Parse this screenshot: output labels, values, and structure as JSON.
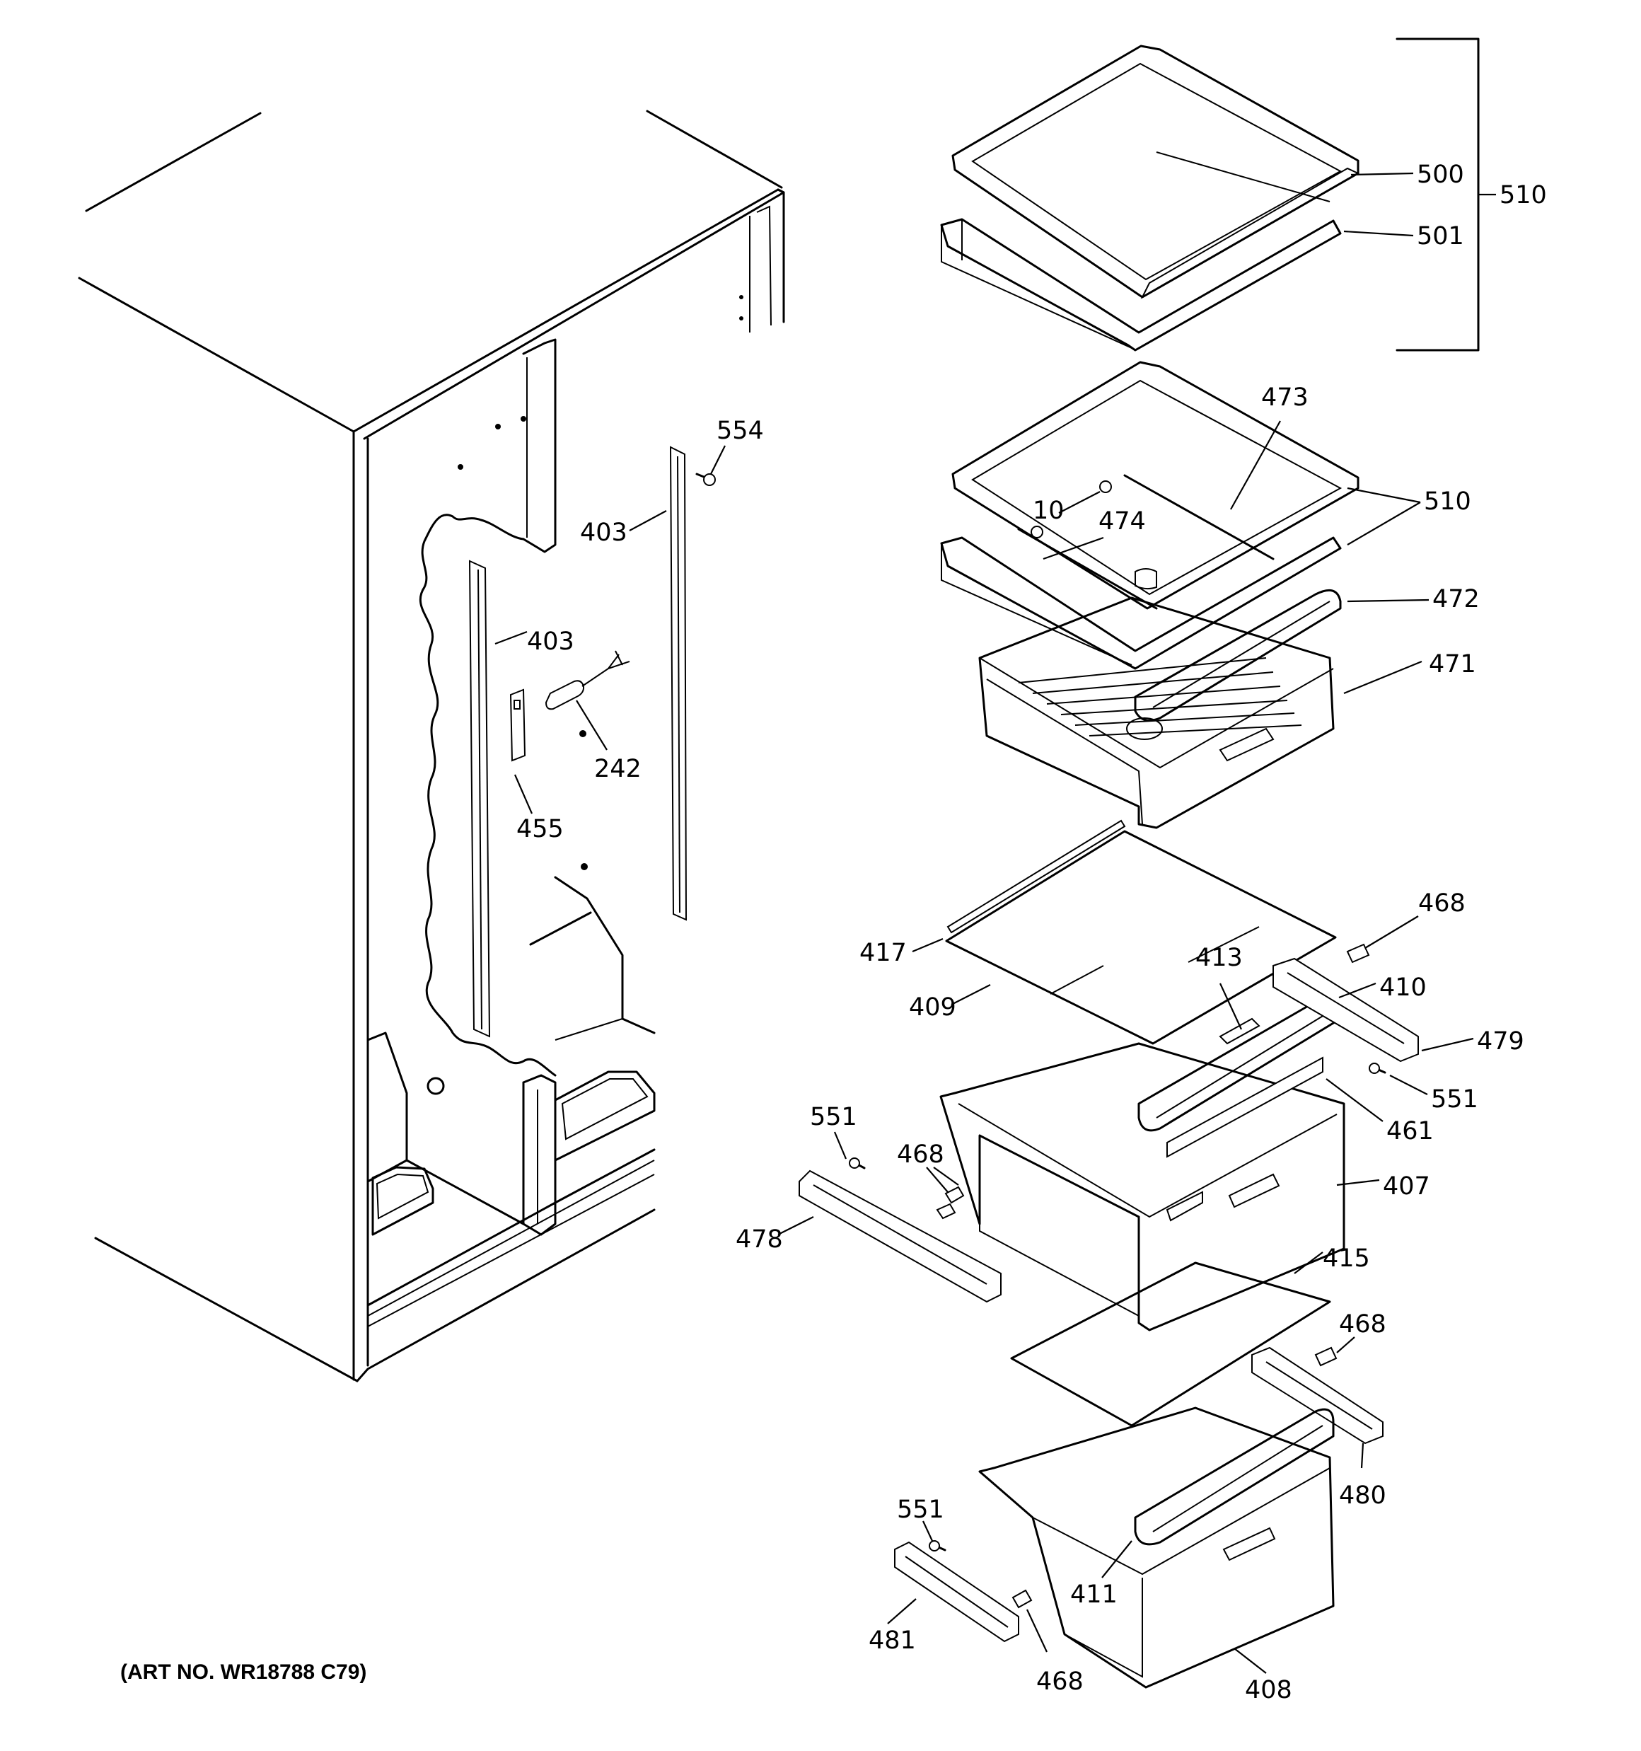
{
  "art_number": "(ART NO. WR18788 C79)",
  "callouts": [
    {
      "id": "c500",
      "text": "500"
    },
    {
      "id": "c501",
      "text": "501"
    },
    {
      "id": "c510a",
      "text": "510"
    },
    {
      "id": "c473",
      "text": "473"
    },
    {
      "id": "c510b",
      "text": "510"
    },
    {
      "id": "c10",
      "text": "10"
    },
    {
      "id": "c474",
      "text": "474"
    },
    {
      "id": "c472",
      "text": "472"
    },
    {
      "id": "c471",
      "text": "471"
    },
    {
      "id": "c554",
      "text": "554"
    },
    {
      "id": "c403a",
      "text": "403"
    },
    {
      "id": "c403b",
      "text": "403"
    },
    {
      "id": "c242",
      "text": "242"
    },
    {
      "id": "c455",
      "text": "455"
    },
    {
      "id": "c468a",
      "text": "468"
    },
    {
      "id": "c417",
      "text": "417"
    },
    {
      "id": "c413",
      "text": "413"
    },
    {
      "id": "c410",
      "text": "410"
    },
    {
      "id": "c409",
      "text": "409"
    },
    {
      "id": "c479",
      "text": "479"
    },
    {
      "id": "c551a",
      "text": "551"
    },
    {
      "id": "c461",
      "text": "461"
    },
    {
      "id": "c551b",
      "text": "551"
    },
    {
      "id": "c468b",
      "text": "468"
    },
    {
      "id": "c407",
      "text": "407"
    },
    {
      "id": "c478",
      "text": "478"
    },
    {
      "id": "c415",
      "text": "415"
    },
    {
      "id": "c468c",
      "text": "468"
    },
    {
      "id": "c480",
      "text": "480"
    },
    {
      "id": "c551c",
      "text": "551"
    },
    {
      "id": "c411",
      "text": "411"
    },
    {
      "id": "c481",
      "text": "481"
    },
    {
      "id": "c468d",
      "text": "468"
    },
    {
      "id": "c408",
      "text": "408"
    }
  ]
}
